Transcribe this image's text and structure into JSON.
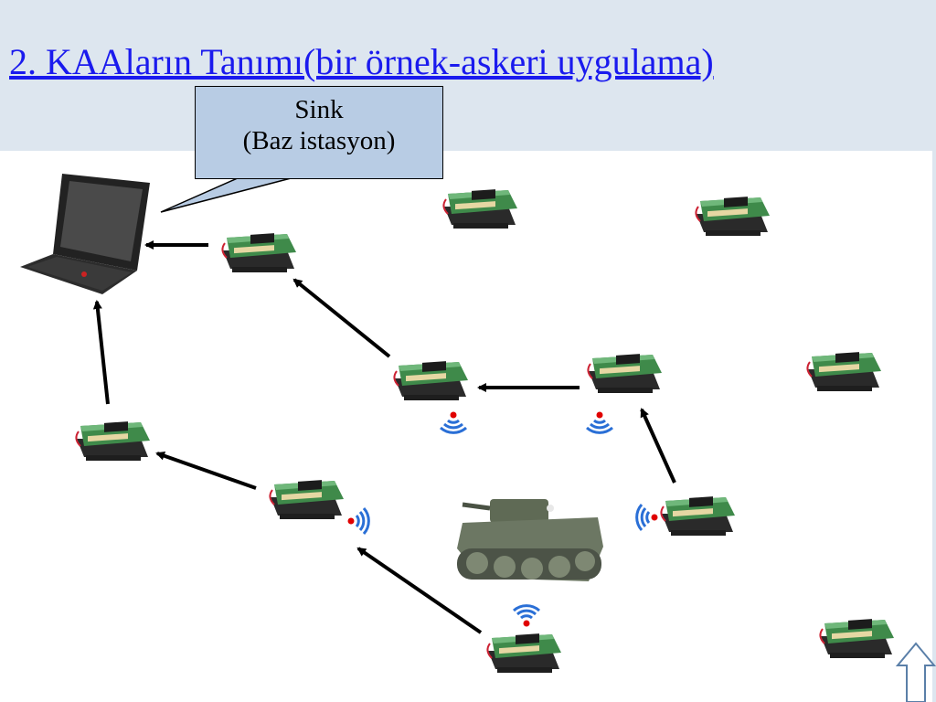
{
  "slide": {
    "title": " 2. KAAların Tanımı(bir örnek-askeri uygulama)"
  },
  "callout": {
    "line1": "Sink",
    "line2": "(Baz istasyon)"
  },
  "colors": {
    "header_band": "#dde6ef",
    "title_text": "#1a1aee",
    "callout_fill": "#b8cce4",
    "arrow": "#000000",
    "signal": "#2a6fd6",
    "signal_dot": "#e00000"
  }
}
